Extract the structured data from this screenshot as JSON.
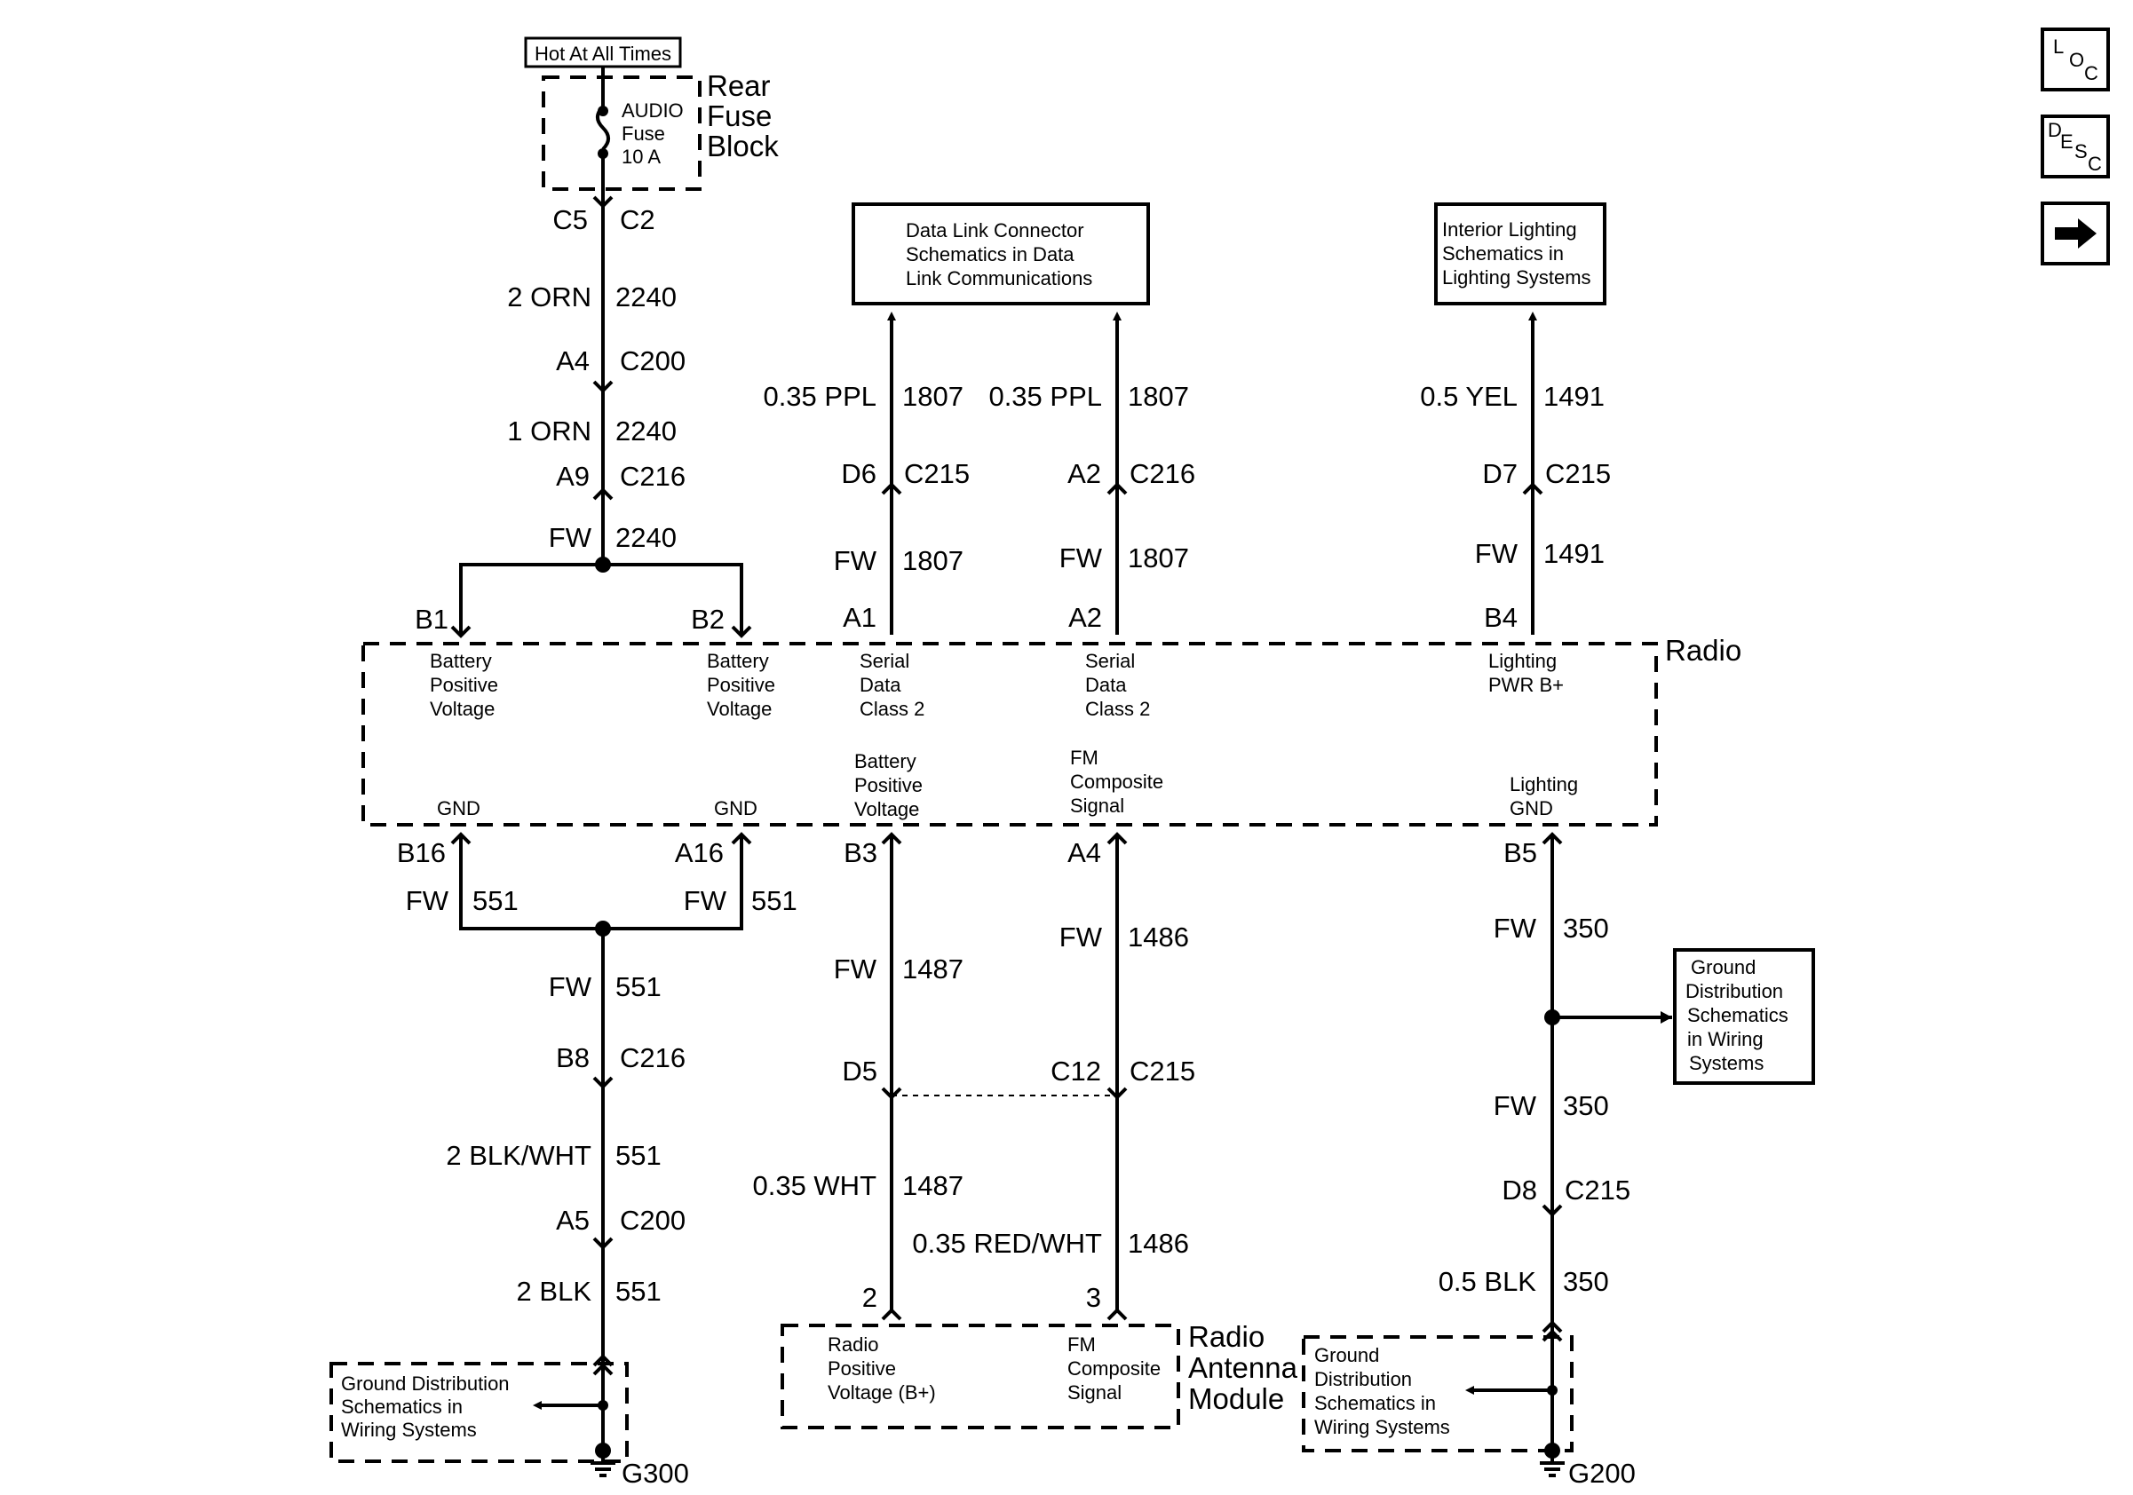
{
  "top_fuse": {
    "hot_label": "Hot At All Times",
    "fuse_name": "AUDIO",
    "fuse_word": "Fuse",
    "fuse_rating": "10 A",
    "block_line1": "Rear",
    "block_line2": "Fuse",
    "block_line3": "Block"
  },
  "left_feed": {
    "c5": "C5",
    "c2": "C2",
    "w1_gauge": "2 ORN",
    "w1_circuit": "2240",
    "a4": "A4",
    "c200": "C200",
    "w2_gauge": "1 ORN",
    "w2_circuit": "2240",
    "a9": "A9",
    "c216": "C216",
    "w3_gauge": "FW",
    "w3_circuit": "2240",
    "b1": "B1",
    "b2": "B2"
  },
  "dlc_box": {
    "line1": "Data Link Connector",
    "line2": "Schematics in Data",
    "line3": "Link Communications"
  },
  "lighting_box": {
    "line1": "Interior Lighting",
    "line2": "Schematics in",
    "line3": "Lighting Systems"
  },
  "serial1": {
    "gauge": "0.35 PPL",
    "circuit": "1807",
    "pin": "D6",
    "connector": "C215",
    "fw": "FW",
    "fw_circuit": "1807",
    "radio_pin": "A1"
  },
  "serial2": {
    "gauge": "0.35 PPL",
    "circuit": "1807",
    "pin": "A2",
    "connector": "C216",
    "fw": "FW",
    "fw_circuit": "1807",
    "radio_pin": "A2"
  },
  "lighting": {
    "gauge": "0.5 YEL",
    "circuit": "1491",
    "pin": "D7",
    "connector": "C215",
    "fw": "FW",
    "fw_circuit": "1491",
    "radio_pin": "B4"
  },
  "radio": {
    "name": "Radio",
    "bat1": [
      "Battery",
      "Positive",
      "Voltage"
    ],
    "bat2": [
      "Battery",
      "Positive",
      "Voltage"
    ],
    "sd1": [
      "Serial",
      "Data",
      "Class 2"
    ],
    "sd2": [
      "Serial",
      "Data",
      "Class 2"
    ],
    "lpwr": [
      "Lighting",
      "PWR B+"
    ],
    "bat3": [
      "Battery",
      "Positive",
      "Voltage"
    ],
    "fm": [
      "FM",
      "Composite",
      "Signal"
    ],
    "lgnd": [
      "Lighting",
      "GND"
    ],
    "gnd1": "GND",
    "gnd2": "GND"
  },
  "ground_left": {
    "b16": "B16",
    "a16": "A16",
    "fw1": "FW",
    "c1": "551",
    "fw2": "FW",
    "c2": "551",
    "fw3": "FW",
    "c3": "551",
    "b8": "B8",
    "c216": "C216",
    "g1": "2 BLK/WHT",
    "g1c": "551",
    "a5": "A5",
    "c200": "C200",
    "g2": "2 BLK",
    "g2c": "551",
    "box": [
      "Ground Distribution",
      "Schematics in",
      "Wiring Systems"
    ],
    "ground_id": "G300"
  },
  "antenna": {
    "b3": "B3",
    "a4": "A4",
    "fw1": "FW",
    "c1": "1487",
    "fw2": "FW",
    "c2": "1486",
    "d5": "D5",
    "c12": "C12",
    "c215": "C215",
    "g1": "0.35 WHT",
    "g1c": "1487",
    "g2": "0.35 RED/WHT",
    "g2c": "1486",
    "pin2": "2",
    "pin3": "3",
    "rp": [
      "Radio",
      "Positive",
      "Voltage (B+)"
    ],
    "fmc": [
      "FM",
      "Composite",
      "Signal"
    ],
    "module": [
      "Radio",
      "Antenna",
      "Module"
    ]
  },
  "ground_right": {
    "b5": "B5",
    "fw1": "FW",
    "c1": "350",
    "fw2": "FW",
    "c2": "350",
    "d8": "D8",
    "c215": "C215",
    "g1": "0.5 BLK",
    "g1c": "350",
    "side_box": [
      "Ground",
      "Distribution",
      "Schematics",
      "in Wiring",
      "Systems"
    ],
    "box": [
      "Ground",
      "Distribution",
      "Schematics in",
      "Wiring Systems"
    ],
    "ground_id": "G200"
  },
  "nav": {
    "loc": [
      "L",
      "O",
      "C"
    ],
    "desc": [
      "D",
      "E",
      "S",
      "C"
    ],
    "next_icon": "right-arrow-icon"
  }
}
